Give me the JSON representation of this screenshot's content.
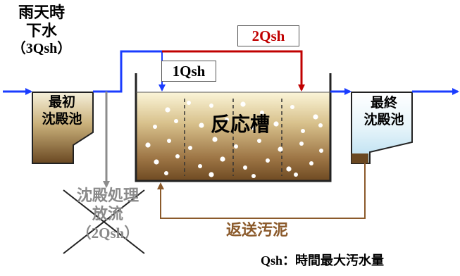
{
  "inflow": {
    "title_lines": [
      "雨天時",
      "下水"
    ],
    "flow": "（3Qsh）"
  },
  "labels": {
    "flow_2qsh": "2Qsh",
    "flow_1qsh": "1Qsh",
    "primary_tank": [
      "最初",
      "沈殿池"
    ],
    "reactor": "反応槽",
    "final_tank": [
      "最終",
      "沈殿池"
    ],
    "bypass": [
      "沈殿処理",
      "放流"
    ],
    "bypass_flow": "（2Qsh）",
    "return_sludge": "返送汚泥",
    "legend": "Qsh：時間最大汚水量"
  },
  "colors": {
    "main_flow": "#1a3cff",
    "overflow": "#c00000",
    "bypass": "#8c8c8c",
    "return_sludge": "#8b5a2b",
    "cross_mark": "#222222"
  },
  "icons": {
    "bypass_cross": "x-mark-icon",
    "bubbles": "aeration-bubbles-icon"
  }
}
